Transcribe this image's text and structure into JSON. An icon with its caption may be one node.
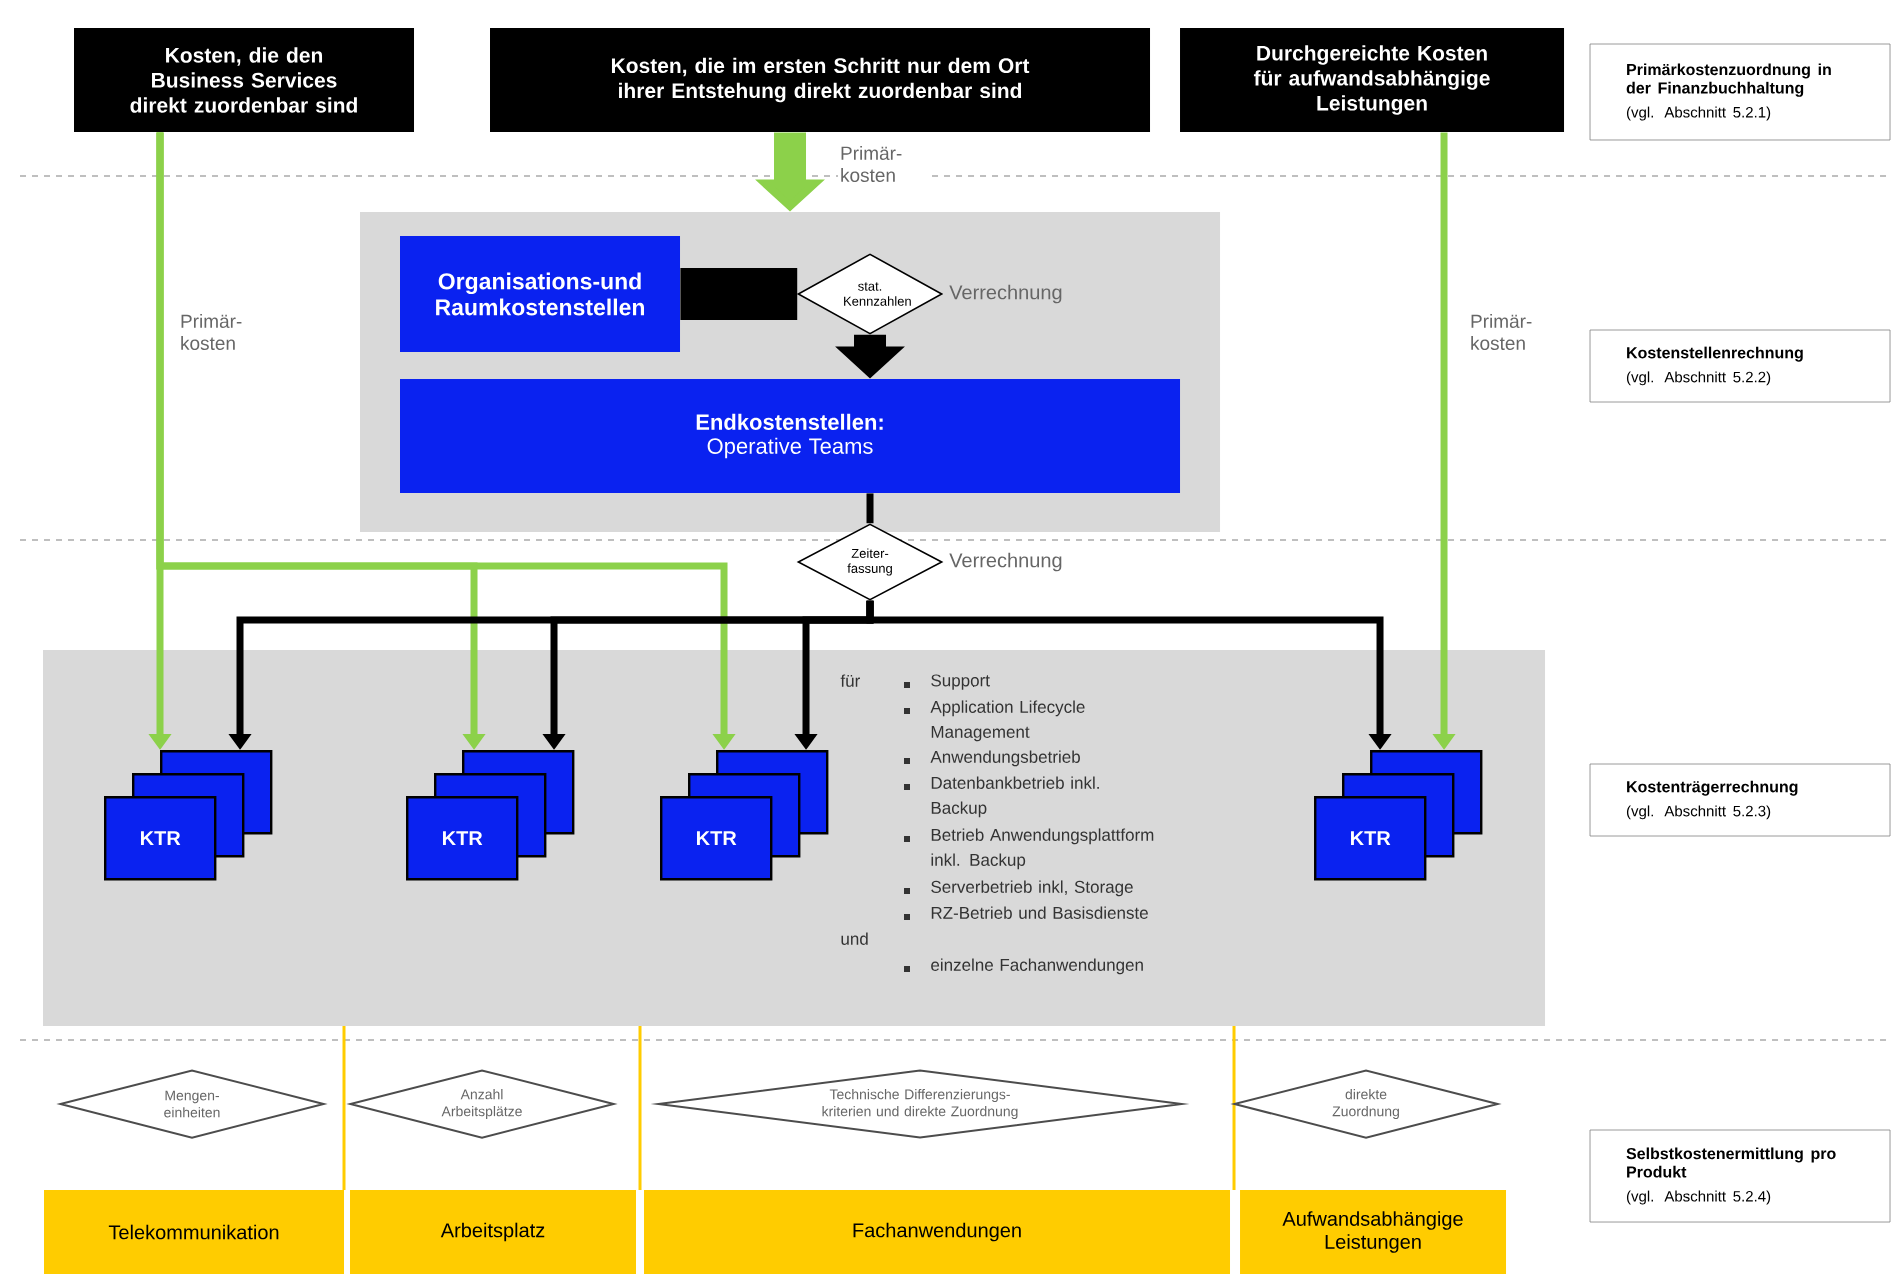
{
  "diagram": {
    "nodes": [
      {
        "text": [
          "Kosten, die den Business Services direkt zuordenbar sind"
        ]
      },
      {
        "text": [
          "Kosten, die im ersten Schritt nur dem Ort ihrer Entstehung direkt zuordenbar sind"
        ]
      },
      {
        "text": [
          "Durchgereichte Kosten für aufwandsabhängige Leistungen"
        ]
      },
      {
        "text": [
          "Primärkostenzuordnung in der Finanzbuchhaltung",
          "(vgl. Abschnitt 5.2.1)"
        ]
      },
      {
        "text": [],
        "shape": "box"
      },
      {
        "text": [
          "Organisations-und Raumkostenstellen"
        ],
        "in": 4
      },
      {
        "text": [
          "stat. Kennzahlen"
        ],
        "in": 4,
        "beside": [
          "Verrechnung"
        ]
      },
      {
        "text": [
          "Endkostenstellen:",
          "Operative Teams"
        ],
        "in": 4
      },
      {
        "text": [
          "Kostenstellenrechnung",
          "(vgl. Abschnitt 5.2.2)"
        ]
      },
      {
        "text": [
          "Zeiter-fassung"
        ],
        "beside": [
          "Verrechnung"
        ]
      },
      {
        "text": [],
        "shape": "box"
      },
      {
        "text": [
          "KTR"
        ],
        "in": 10
      },
      {
        "text": [
          "KTR"
        ],
        "in": 10
      },
      {
        "text": [
          "KTR"
        ],
        "in": 10
      },
      {
        "text": [
          "KTR"
        ],
        "in": 10
      },
      {
        "text": [
          "Kostenträgerrechnung",
          "(vgl. Abschnitt 5.2.3)"
        ]
      },
      {
        "text": [
          "Mengen-einheiten"
        ]
      },
      {
        "text": [
          "Anzahl Arbeitsplätze"
        ]
      },
      {
        "text": [
          "Technische Differenzierungs-kriterien und direkte Zuordnung"
        ]
      },
      {
        "text": [
          "direkte Zuordnung"
        ]
      },
      {
        "text": [
          "Telekommunikation"
        ]
      },
      {
        "text": [
          "Arbeitsplatz"
        ]
      },
      {
        "text": [
          "Fachanwendungen"
        ]
      },
      {
        "text": [
          "Aufwandsabhängige Leistungen"
        ]
      },
      {
        "text": [
          "Selbstkostenermittlung pro Produkt",
          "(vgl. Abschnitt 5.2.4)"
        ]
      }
    ],
    "edges": [
      {
        "from": 1,
        "to": 4,
        "arrow": "to",
        "label": "Primär-kosten",
        "style": "thick",
        "color": "#8cd14a"
      },
      {
        "from": 0,
        "to": 11,
        "arrow": "to",
        "label": "Primär-kosten",
        "color": "#8cd14a"
      },
      {
        "from": 0,
        "to": 12,
        "arrow": "to",
        "color": "#8cd14a"
      },
      {
        "from": 0,
        "to": 13,
        "arrow": "to",
        "color": "#8cd14a"
      },
      {
        "from": 2,
        "to": 14,
        "arrow": "to",
        "label": "Primär-kosten",
        "color": "#8cd14a"
      },
      {
        "from": 5,
        "to": 6,
        "arrow": "none",
        "style": "thick"
      },
      {
        "from": 6,
        "to": 7,
        "arrow": "to",
        "style": "thick"
      },
      {
        "from": 7,
        "to": 9,
        "arrow": "none"
      },
      {
        "from": 9,
        "to": 11,
        "arrow": "to"
      },
      {
        "from": 9,
        "to": 12,
        "arrow": "to"
      },
      {
        "from": 9,
        "to": 13,
        "arrow": "to"
      },
      {
        "from": 9,
        "to": 14,
        "arrow": "to"
      }
    ],
    "labels": [
      "für",
      "Support",
      "Application Lifecycle Management",
      "Anwendungsbetrieb",
      "Datenbankbetrieb inkl. Backup",
      "Betrieb Anwendungsplattform inkl. Backup",
      "Serverbetrieb inkl, Storage",
      "RZ-Betrieb und Basisdienste",
      "und",
      "einzelne Fachanwendungen"
    ]
  }
}
